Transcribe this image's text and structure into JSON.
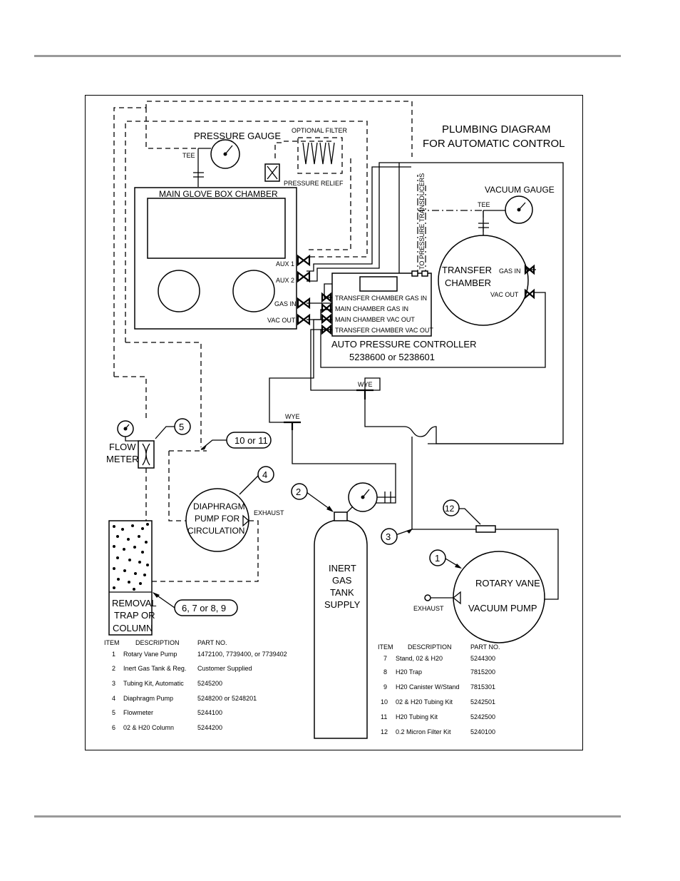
{
  "title": {
    "line1": "PLUMBING DIAGRAM",
    "line2": "FOR AUTOMATIC CONTROL"
  },
  "labels": {
    "pressure_gauge": "PRESSURE GAUGE",
    "tee_top": "TEE",
    "optional_filter": "OPTIONAL FILTER",
    "pressure_relief": "PRESSURE RELIEF",
    "main_chamber": "MAIN GLOVE BOX CHAMBER",
    "aux1": "AUX 1",
    "aux2": "AUX 2",
    "gas_in": "GAS IN",
    "vac_out": "VAC OUT",
    "to_transducers": "TO PRESSURE TRANSDUCERS",
    "vacuum_gauge": "VACUUM GAUGE",
    "tee_right": "TEE",
    "transfer_line1": "TRANSFER",
    "transfer_line2": "CHAMBER",
    "tc_gas_in": "GAS IN",
    "tc_vac_out": "VAC OUT",
    "port1": "TRANSFER CHAMBER GAS IN",
    "port2": "MAIN CHAMBER GAS IN",
    "port3": "MAIN CHAMBER VAC OUT",
    "port4": "TRANSFER CHAMBER VAC OUT",
    "controller_line1": "AUTO PRESSURE CONTROLLER",
    "controller_line2": "5238600 or 5238601",
    "wye_right": "WYE",
    "wye_left": "WYE",
    "flow_line1": "FLOW",
    "flow_line2": "METER",
    "callout_5": "5",
    "callout_10_11": "10 or 11",
    "callout_4": "4",
    "pump_line1": "DIAPHRAGM",
    "pump_line2": "PUMP FOR",
    "pump_line3": "CIRCULATION",
    "exhaust_pump": "EXHAUST",
    "callout_2": "2",
    "callout_12": "12",
    "callout_3": "3",
    "callout_1": "1",
    "tank_line1": "INERT",
    "tank_line2": "GAS",
    "tank_line3": "TANK",
    "tank_line4": "SUPPLY",
    "vane_line1": "ROTARY VANE",
    "vane_line2": "VACUUM PUMP",
    "exhaust_vane": "EXHAUST",
    "trap_line1": "REMOVAL",
    "trap_line2": "TRAP OR",
    "trap_line3": "COLUMN",
    "callout_6789": "6, 7 or 8, 9"
  },
  "parts_left": {
    "headers": [
      "ITEM",
      "DESCRIPTION",
      "PART NO."
    ],
    "rows": [
      [
        "1",
        "Rotary Vane Pump",
        "1472100, 7739400, or 7739402"
      ],
      [
        "2",
        "Inert Gas Tank & Reg.",
        "Customer Supplied"
      ],
      [
        "3",
        "Tubing Kit, Automatic",
        "5245200"
      ],
      [
        "4",
        "Diaphragm Pump",
        "5248200 or 5248201"
      ],
      [
        "5",
        "Flowmeter",
        "5244100"
      ],
      [
        "6",
        "02 & H20 Column",
        "5244200"
      ]
    ]
  },
  "parts_right": {
    "headers": [
      "ITEM",
      "DESCRIPTION",
      "PART NO."
    ],
    "rows": [
      [
        "7",
        "Stand, 02 & H20",
        "5244300"
      ],
      [
        "8",
        "H20 Trap",
        "7815200"
      ],
      [
        "9",
        "H20 Canister W/Stand",
        "7815301"
      ],
      [
        "10",
        "02 & H20 Tubing Kit",
        "5242501"
      ],
      [
        "11",
        "H20 Tubing Kit",
        "5242500"
      ],
      [
        "12",
        "0.2 Micron Filter Kit",
        "5240100"
      ]
    ]
  }
}
